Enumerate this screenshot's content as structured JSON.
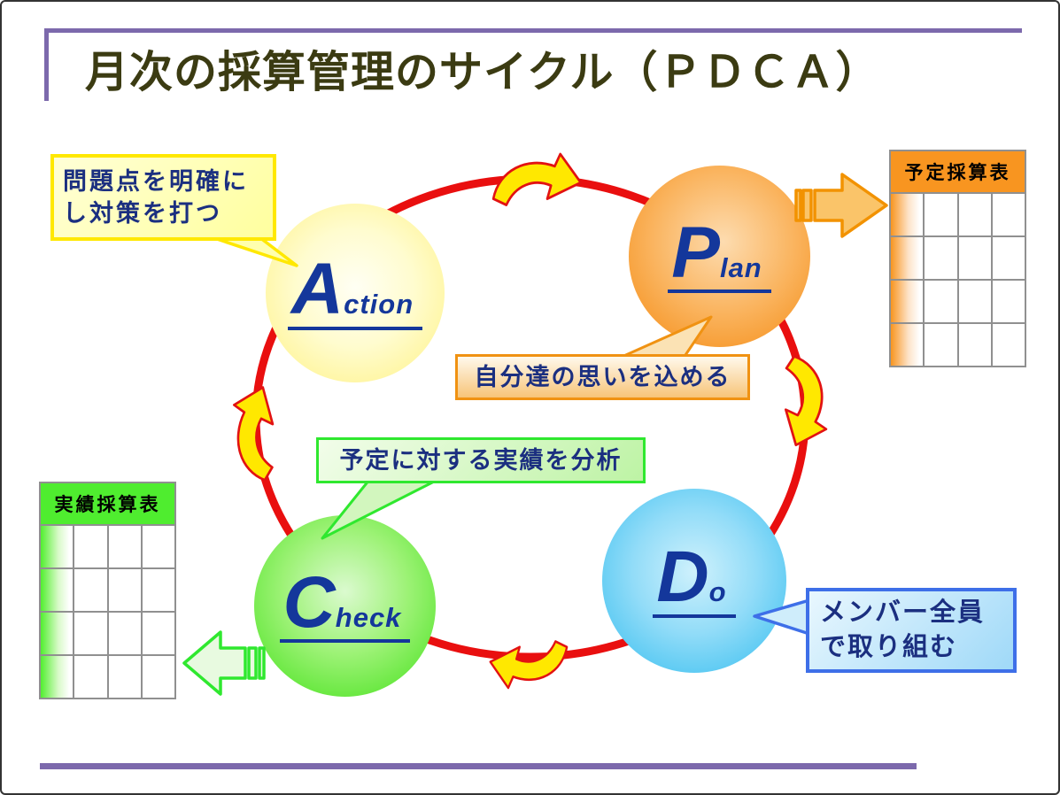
{
  "slide": {
    "title": "月次の採算管理のサイクル（ＰＤＣＡ）",
    "colors": {
      "accent_purple": "#7C69AC",
      "title_olive": "#3B3B12",
      "cycle_red": "#E90F0F",
      "text_navy": "#1B2F80",
      "letter_navy": "#14379B",
      "arrow_yellow": "#FFE800",
      "plan_orange": "#F5921E",
      "do_blue": "#3FC0F0",
      "check_green": "#4ADF24",
      "action_yellow": "#FFF18C"
    }
  },
  "cycle": {
    "plan": {
      "big": "P",
      "rest": "lan"
    },
    "do": {
      "big": "D",
      "rest": "o"
    },
    "check": {
      "big": "C",
      "rest": "heck"
    },
    "action": {
      "big": "A",
      "rest": "ction"
    }
  },
  "callouts": {
    "action": {
      "line1": "問題点を明確に",
      "line2": "し対策を打つ"
    },
    "plan": {
      "text": "自分達の思いを込める"
    },
    "check": {
      "text": "予定に対する実績を分析"
    },
    "do": {
      "line1": "メンバー全員",
      "line2": "で取り組む"
    }
  },
  "tables": {
    "plan": {
      "title": "予定採算表",
      "rows": 4,
      "cols": 4
    },
    "result": {
      "title": "実績採算表",
      "rows": 4,
      "cols": 4
    }
  }
}
